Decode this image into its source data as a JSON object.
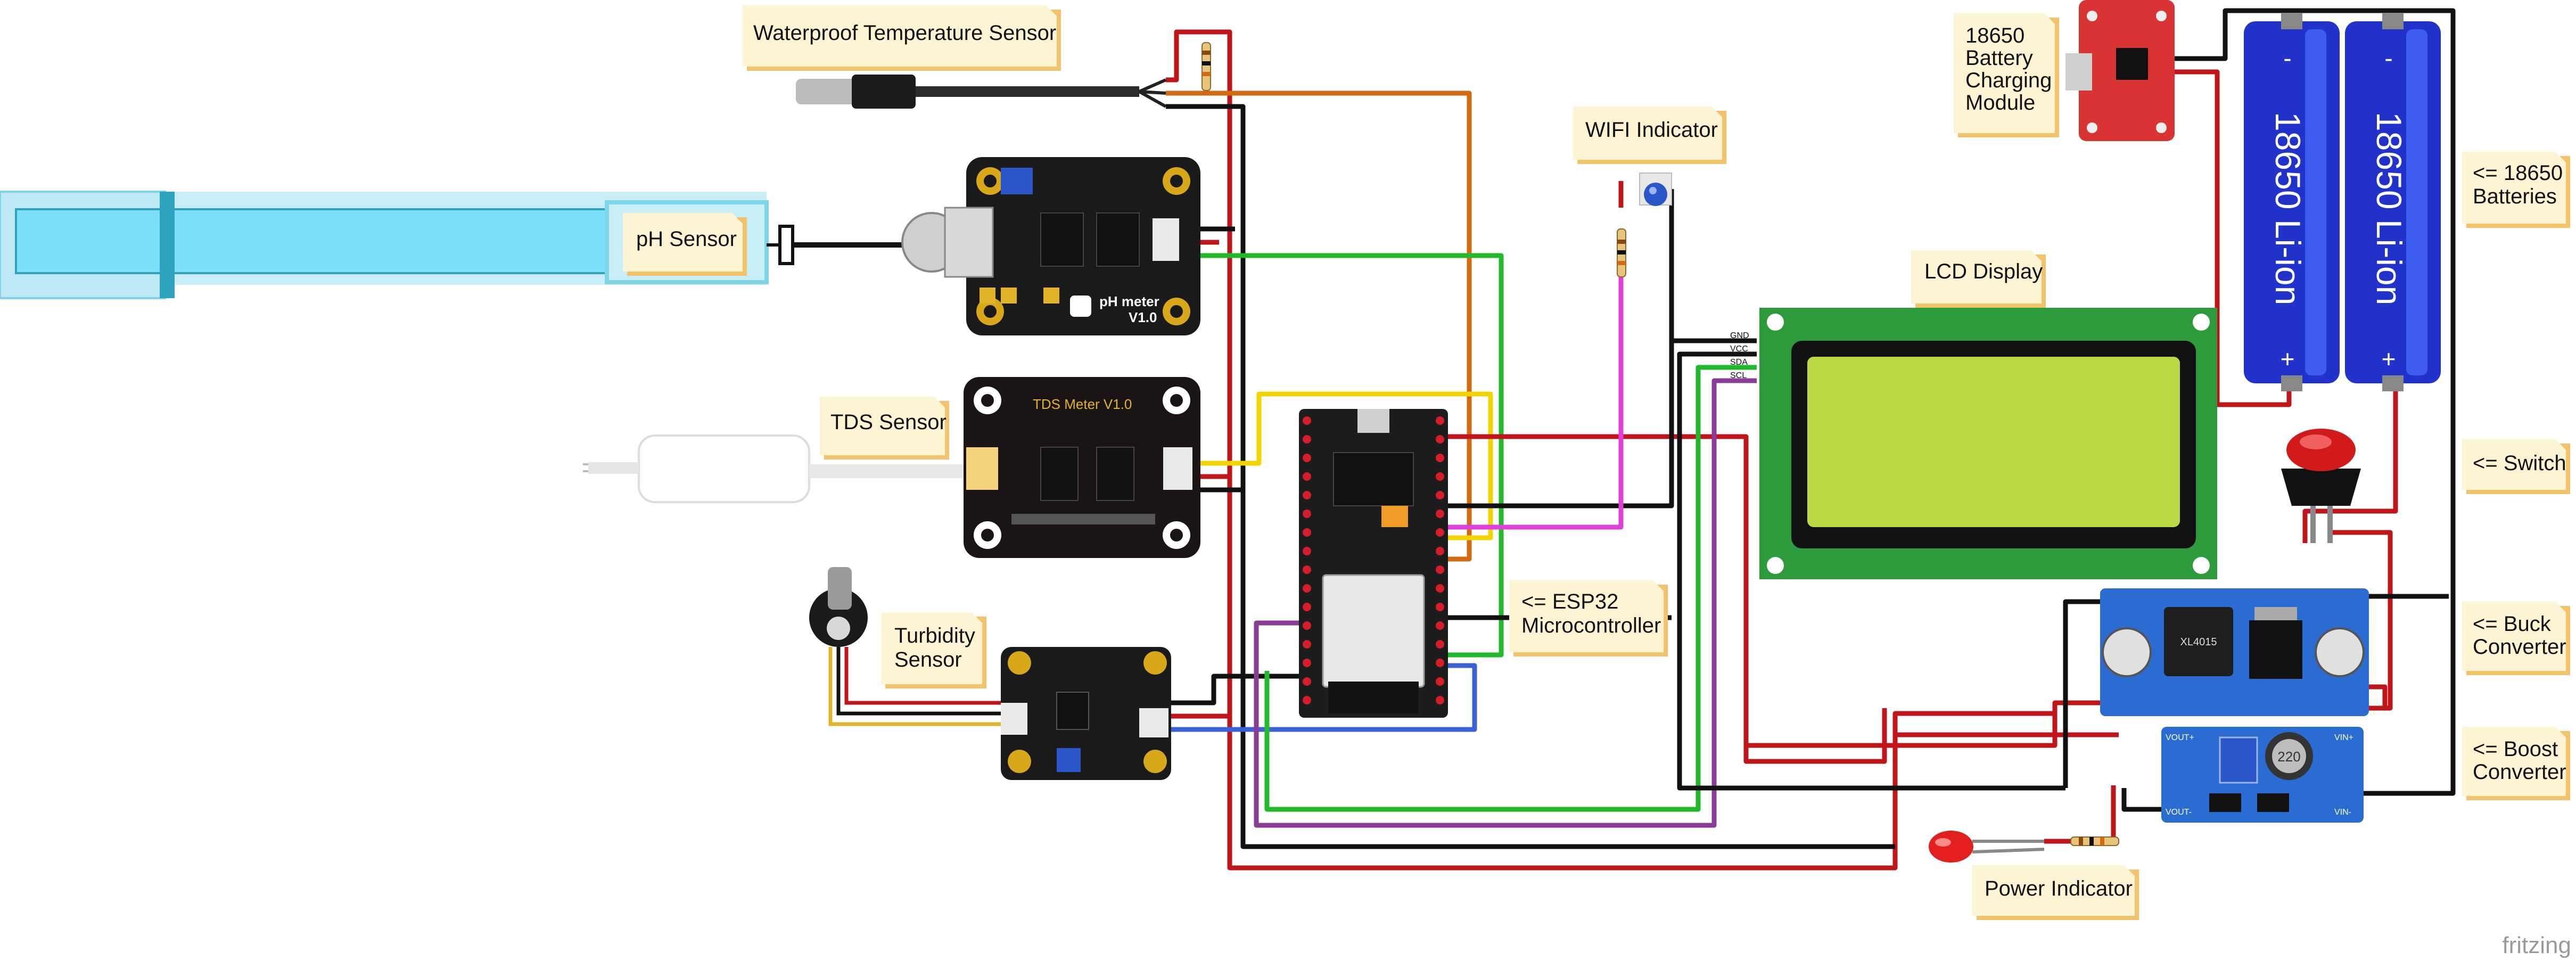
{
  "labels": {
    "temp_sensor": "Waterproof  Temperature Sensor",
    "ph_sensor": "pH Sensor",
    "tds_sensor": "TDS Sensor",
    "turbidity_1": "Turbidity",
    "turbidity_2": "Sensor",
    "wifi_indicator": "WIFI Indicator",
    "lcd_display": "LCD Display",
    "esp32_1": "<= ESP32",
    "esp32_2": "Microcontroller",
    "charging_1": "18650",
    "charging_2": "Battery",
    "charging_3": "Charging",
    "charging_4": "Module",
    "batteries_1": "<= 18650",
    "batteries_2": "Batteries",
    "switch": "<= Switch",
    "buck_1": "<= Buck",
    "buck_2": "Converter",
    "boost_1": "<= Boost",
    "boost_2": "Converter",
    "power_indicator": "Power Indicator",
    "fritzing": "fritzing"
  },
  "board_text": {
    "ph_board_1": "pH meter",
    "ph_board_2": "V1.0",
    "tds_board": "TDS Meter V1.0",
    "battery_label": "18650 Li-ion",
    "battery_plus": "+",
    "battery_minus": "-",
    "boost_cap": "220",
    "buck_chip": "XL4015",
    "lcd_pins": [
      "GND",
      "VCC",
      "SDA",
      "SCL"
    ],
    "boost_vout_plus": "VOUT+",
    "boost_vout_minus": "VOUT-",
    "boost_vin_plus": "VIN+",
    "boost_vin_minus": "VIN-"
  },
  "colors": {
    "wire_red": "#c0151b",
    "wire_black": "#111111",
    "wire_green": "#22b82b",
    "wire_yellow": "#f1d400",
    "wire_orange": "#d36a12",
    "wire_magenta": "#e040d8",
    "wire_blue": "#3a5fd6",
    "wire_purple": "#8a3d96",
    "note_fill": "#fdf4d3",
    "note_shadow": "#f2c36b",
    "board_black": "#1a1a1a",
    "lcd_green": "#2d9b3c",
    "lcd_screen": "#b9d945",
    "battery_blue": "#2233cc",
    "module_blue": "#2a6cd1",
    "charger_red": "#d93434"
  }
}
